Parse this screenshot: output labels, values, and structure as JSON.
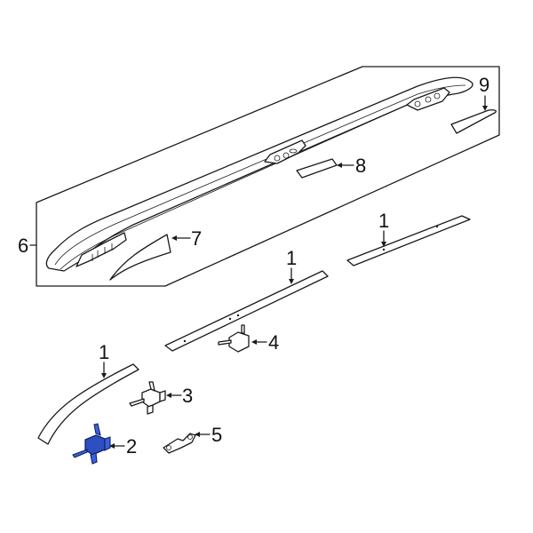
{
  "diagram": {
    "type": "exploded parts diagram",
    "subject": "Roof rack side rail assembly",
    "highlight_color": "#2d4fbf",
    "highlighted_part": "2",
    "callouts": [
      {
        "id": "c1a",
        "label": "1",
        "part": "rail molding (front)"
      },
      {
        "id": "c1b",
        "label": "1",
        "part": "rail molding (center)"
      },
      {
        "id": "c1c",
        "label": "1",
        "part": "rail molding (rear)"
      },
      {
        "id": "c2",
        "label": "2",
        "part": "clip (highlighted)"
      },
      {
        "id": "c3",
        "label": "3",
        "part": "clip"
      },
      {
        "id": "c4",
        "label": "4",
        "part": "clip"
      },
      {
        "id": "c5",
        "label": "5",
        "part": "bracket"
      },
      {
        "id": "c6",
        "label": "6",
        "part": "roof rail assembly"
      },
      {
        "id": "c7",
        "label": "7",
        "part": "front end cover"
      },
      {
        "id": "c8",
        "label": "8",
        "part": "center cover"
      },
      {
        "id": "c9",
        "label": "9",
        "part": "rear end cover"
      }
    ]
  }
}
